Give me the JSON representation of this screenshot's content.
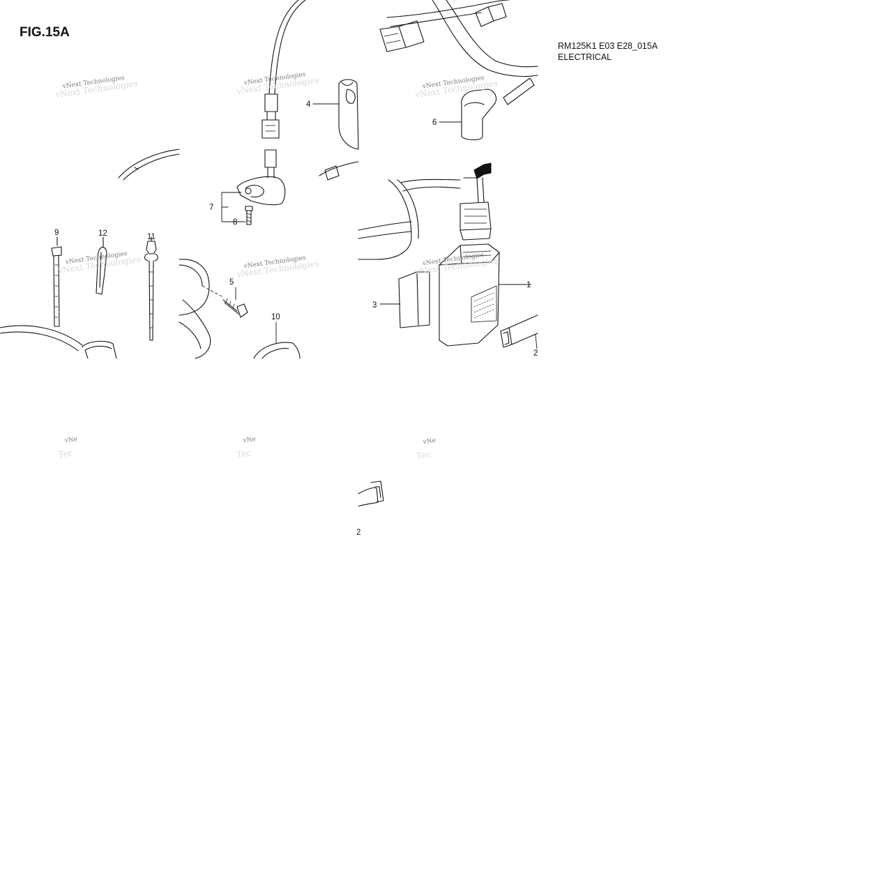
{
  "figure": {
    "title": "FIG.15A",
    "model": "RM125K1 E03 E28_015A",
    "section": "ELECTRICAL"
  },
  "watermark": {
    "text": "vNext Technologies",
    "fragment_top": "vNe",
    "fragment_bottom": "Tec"
  },
  "callouts": [
    {
      "id": "1",
      "label": "1",
      "part": "igniter-unit"
    },
    {
      "id": "2",
      "label": "2",
      "part": "igniter-band"
    },
    {
      "id": "3",
      "label": "3",
      "part": "cushion"
    },
    {
      "id": "4",
      "label": "4",
      "part": "ignition-coil"
    },
    {
      "id": "5",
      "label": "5",
      "part": "bolt"
    },
    {
      "id": "6",
      "label": "6",
      "part": "plug-cap"
    },
    {
      "id": "7",
      "label": "7",
      "part": "sensor-bracket"
    },
    {
      "id": "8",
      "label": "8",
      "part": "screw"
    },
    {
      "id": "9",
      "label": "9",
      "part": "strap"
    },
    {
      "id": "10",
      "label": "10",
      "part": "clamp"
    },
    {
      "id": "11",
      "label": "11",
      "part": "cable-tie"
    },
    {
      "id": "12",
      "label": "12",
      "part": "clamp-clip"
    }
  ],
  "stray_labels": {
    "partial_two": "2"
  },
  "colors": {
    "line": "#111111",
    "watermark": "#7c7c7c",
    "watermark_shadow": "#d9d9d9"
  }
}
